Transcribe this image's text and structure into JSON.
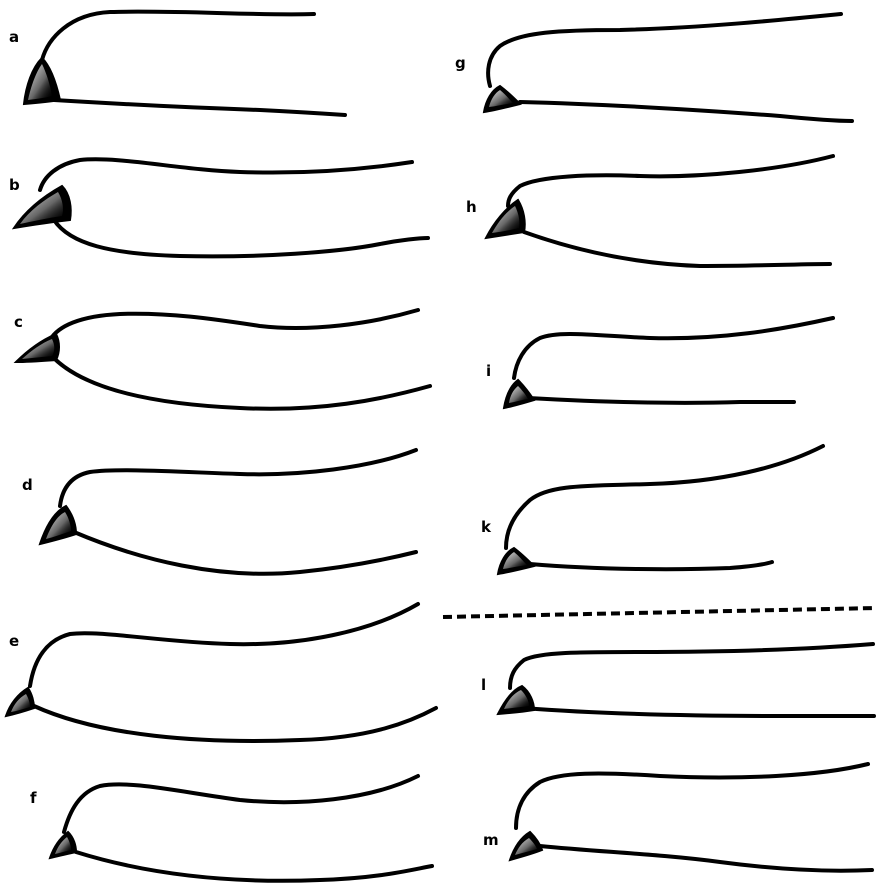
{
  "figure": {
    "panels": [
      {
        "id": "a",
        "label": "a"
      },
      {
        "id": "b",
        "label": "b"
      },
      {
        "id": "c",
        "label": "c"
      },
      {
        "id": "d",
        "label": "d"
      },
      {
        "id": "e",
        "label": "e"
      },
      {
        "id": "f",
        "label": "f"
      },
      {
        "id": "g",
        "label": "g"
      },
      {
        "id": "h",
        "label": "h"
      },
      {
        "id": "i",
        "label": "i"
      },
      {
        "id": "k",
        "label": "k"
      },
      {
        "id": "l",
        "label": "l"
      },
      {
        "id": "m",
        "label": "m"
      }
    ],
    "colors": {
      "ink": "#000000",
      "background": "#ffffff"
    }
  }
}
